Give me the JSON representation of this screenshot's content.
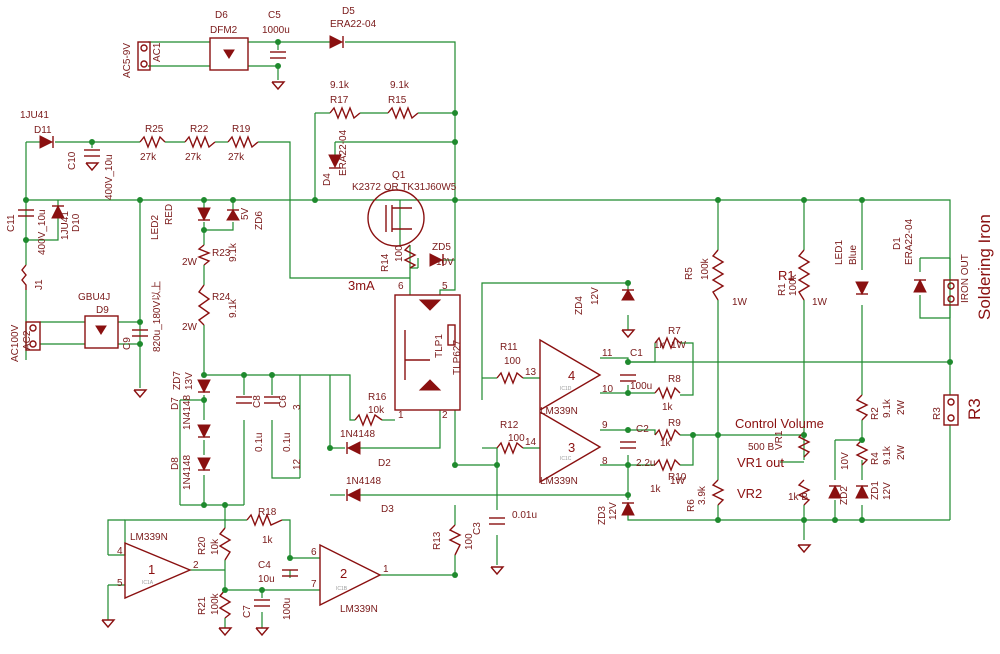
{
  "labels": [
    {
      "text": "D6"
    },
    {
      "text": "DFM2"
    },
    {
      "text": "C5"
    },
    {
      "text": "1000u"
    },
    {
      "text": "D5"
    },
    {
      "text": "ERA22-04"
    },
    {
      "text": "AC5-9V"
    },
    {
      "text": "AC1"
    },
    {
      "text": "9.1k"
    },
    {
      "text": "R17"
    },
    {
      "text": "9.1k"
    },
    {
      "text": "R15"
    },
    {
      "text": "1JU41"
    },
    {
      "text": "D11"
    },
    {
      "text": "R25"
    },
    {
      "text": "27k"
    },
    {
      "text": "R22"
    },
    {
      "text": "27k"
    },
    {
      "text": "R19"
    },
    {
      "text": "27k"
    },
    {
      "text": "C10"
    },
    {
      "text": "400V_10u"
    },
    {
      "text": "D4"
    },
    {
      "text": "ERA22-04"
    },
    {
      "text": "Q1"
    },
    {
      "text": "K2372 OR TK31J60W5"
    },
    {
      "text": "C11"
    },
    {
      "text": "400V_10u"
    },
    {
      "text": "1JU41"
    },
    {
      "text": "D10"
    },
    {
      "text": "LED2"
    },
    {
      "text": "RED"
    },
    {
      "text": "5V"
    },
    {
      "text": "ZD6"
    },
    {
      "text": "R23"
    },
    {
      "text": "9.1k"
    },
    {
      "text": "2W"
    },
    {
      "text": "R14"
    },
    {
      "text": "100"
    },
    {
      "text": "ZD5"
    },
    {
      "text": "10V"
    },
    {
      "text": "3mA"
    },
    {
      "text": "J1"
    },
    {
      "text": "GBU4J"
    },
    {
      "text": "D9"
    },
    {
      "text": "C9"
    },
    {
      "text": "820u_180V以上"
    },
    {
      "text": "AC100V"
    },
    {
      "text": "AC2"
    },
    {
      "text": "2W"
    },
    {
      "text": "R24"
    },
    {
      "text": "9.1k"
    },
    {
      "text": "TLP1"
    },
    {
      "text": "TLP627"
    },
    {
      "text": "ZD7"
    },
    {
      "text": "13V"
    },
    {
      "text": "C8"
    },
    {
      "text": "0.1u"
    },
    {
      "text": "C6"
    },
    {
      "text": "0.1u"
    },
    {
      "text": "R16"
    },
    {
      "text": "10k"
    },
    {
      "text": "1N4148"
    },
    {
      "text": "D2"
    },
    {
      "text": "1N4148"
    },
    {
      "text": "D3"
    },
    {
      "text": "D7"
    },
    {
      "text": "1N4148"
    },
    {
      "text": "D8"
    },
    {
      "text": "1N4148"
    },
    {
      "text": "R11"
    },
    {
      "text": "100"
    },
    {
      "text": "R12"
    },
    {
      "text": "100"
    },
    {
      "text": "LM339N"
    },
    {
      "text": "LM339N"
    },
    {
      "text": "ZD4"
    },
    {
      "text": "12V"
    },
    {
      "text": "C1"
    },
    {
      "text": "100u"
    },
    {
      "text": "C2"
    },
    {
      "text": "2.2u"
    },
    {
      "text": "R7"
    },
    {
      "text": "1k"
    },
    {
      "text": "1W"
    },
    {
      "text": "R8"
    },
    {
      "text": "1k"
    },
    {
      "text": "R9"
    },
    {
      "text": "1k"
    },
    {
      "text": "R10"
    },
    {
      "text": "1k"
    },
    {
      "text": "1W"
    },
    {
      "text": "R5"
    },
    {
      "text": "100k"
    },
    {
      "text": "1W"
    },
    {
      "text": "R1"
    },
    {
      "text": "R1"
    },
    {
      "text": "100k"
    },
    {
      "text": "1W"
    },
    {
      "text": "LED1"
    },
    {
      "text": "Blue"
    },
    {
      "text": "D1"
    },
    {
      "text": "ERA22-04"
    },
    {
      "text": "IRON OUT"
    },
    {
      "text": "Soldering Iron"
    },
    {
      "text": "R2"
    },
    {
      "text": "9.1k"
    },
    {
      "text": "2W"
    },
    {
      "text": "R4"
    },
    {
      "text": "9.1k"
    },
    {
      "text": "2W"
    },
    {
      "text": "R3"
    },
    {
      "text": "R3"
    },
    {
      "text": "Control Volume"
    },
    {
      "text": "500 B"
    },
    {
      "text": "VR1"
    },
    {
      "text": "VR1 out"
    },
    {
      "text": "VR2"
    },
    {
      "text": "1k B"
    },
    {
      "text": "ZD2"
    },
    {
      "text": "10V"
    },
    {
      "text": "ZD1"
    },
    {
      "text": "12V"
    },
    {
      "text": "R6"
    },
    {
      "text": "3.9k"
    },
    {
      "text": "ZD3"
    },
    {
      "text": "12V"
    },
    {
      "text": "C3"
    },
    {
      "text": "0.01u"
    },
    {
      "text": "R13"
    },
    {
      "text": "100"
    },
    {
      "text": "R18"
    },
    {
      "text": "1k"
    },
    {
      "text": "R20"
    },
    {
      "text": "10k"
    },
    {
      "text": "R21"
    },
    {
      "text": "100k"
    },
    {
      "text": "LM339N"
    },
    {
      "text": "C4"
    },
    {
      "text": "10u"
    },
    {
      "text": "C7"
    },
    {
      "text": "100u"
    },
    {
      "text": "LM339N"
    },
    {
      "text": "4"
    },
    {
      "text": "3"
    },
    {
      "text": "1"
    },
    {
      "text": "2"
    },
    {
      "text": "IC1D"
    },
    {
      "text": "IC1C"
    },
    {
      "text": "IC1A"
    },
    {
      "text": "IC1B"
    },
    {
      "text": "13"
    },
    {
      "text": "11"
    },
    {
      "text": "10"
    },
    {
      "text": "14"
    },
    {
      "text": "9"
    },
    {
      "text": "8"
    },
    {
      "text": "4"
    },
    {
      "text": "5"
    },
    {
      "text": "2"
    },
    {
      "text": "6"
    },
    {
      "text": "7"
    },
    {
      "text": "1"
    },
    {
      "text": "6"
    },
    {
      "text": "5"
    },
    {
      "text": "1"
    },
    {
      "text": "2"
    },
    {
      "text": "3"
    },
    {
      "text": "12"
    }
  ]
}
